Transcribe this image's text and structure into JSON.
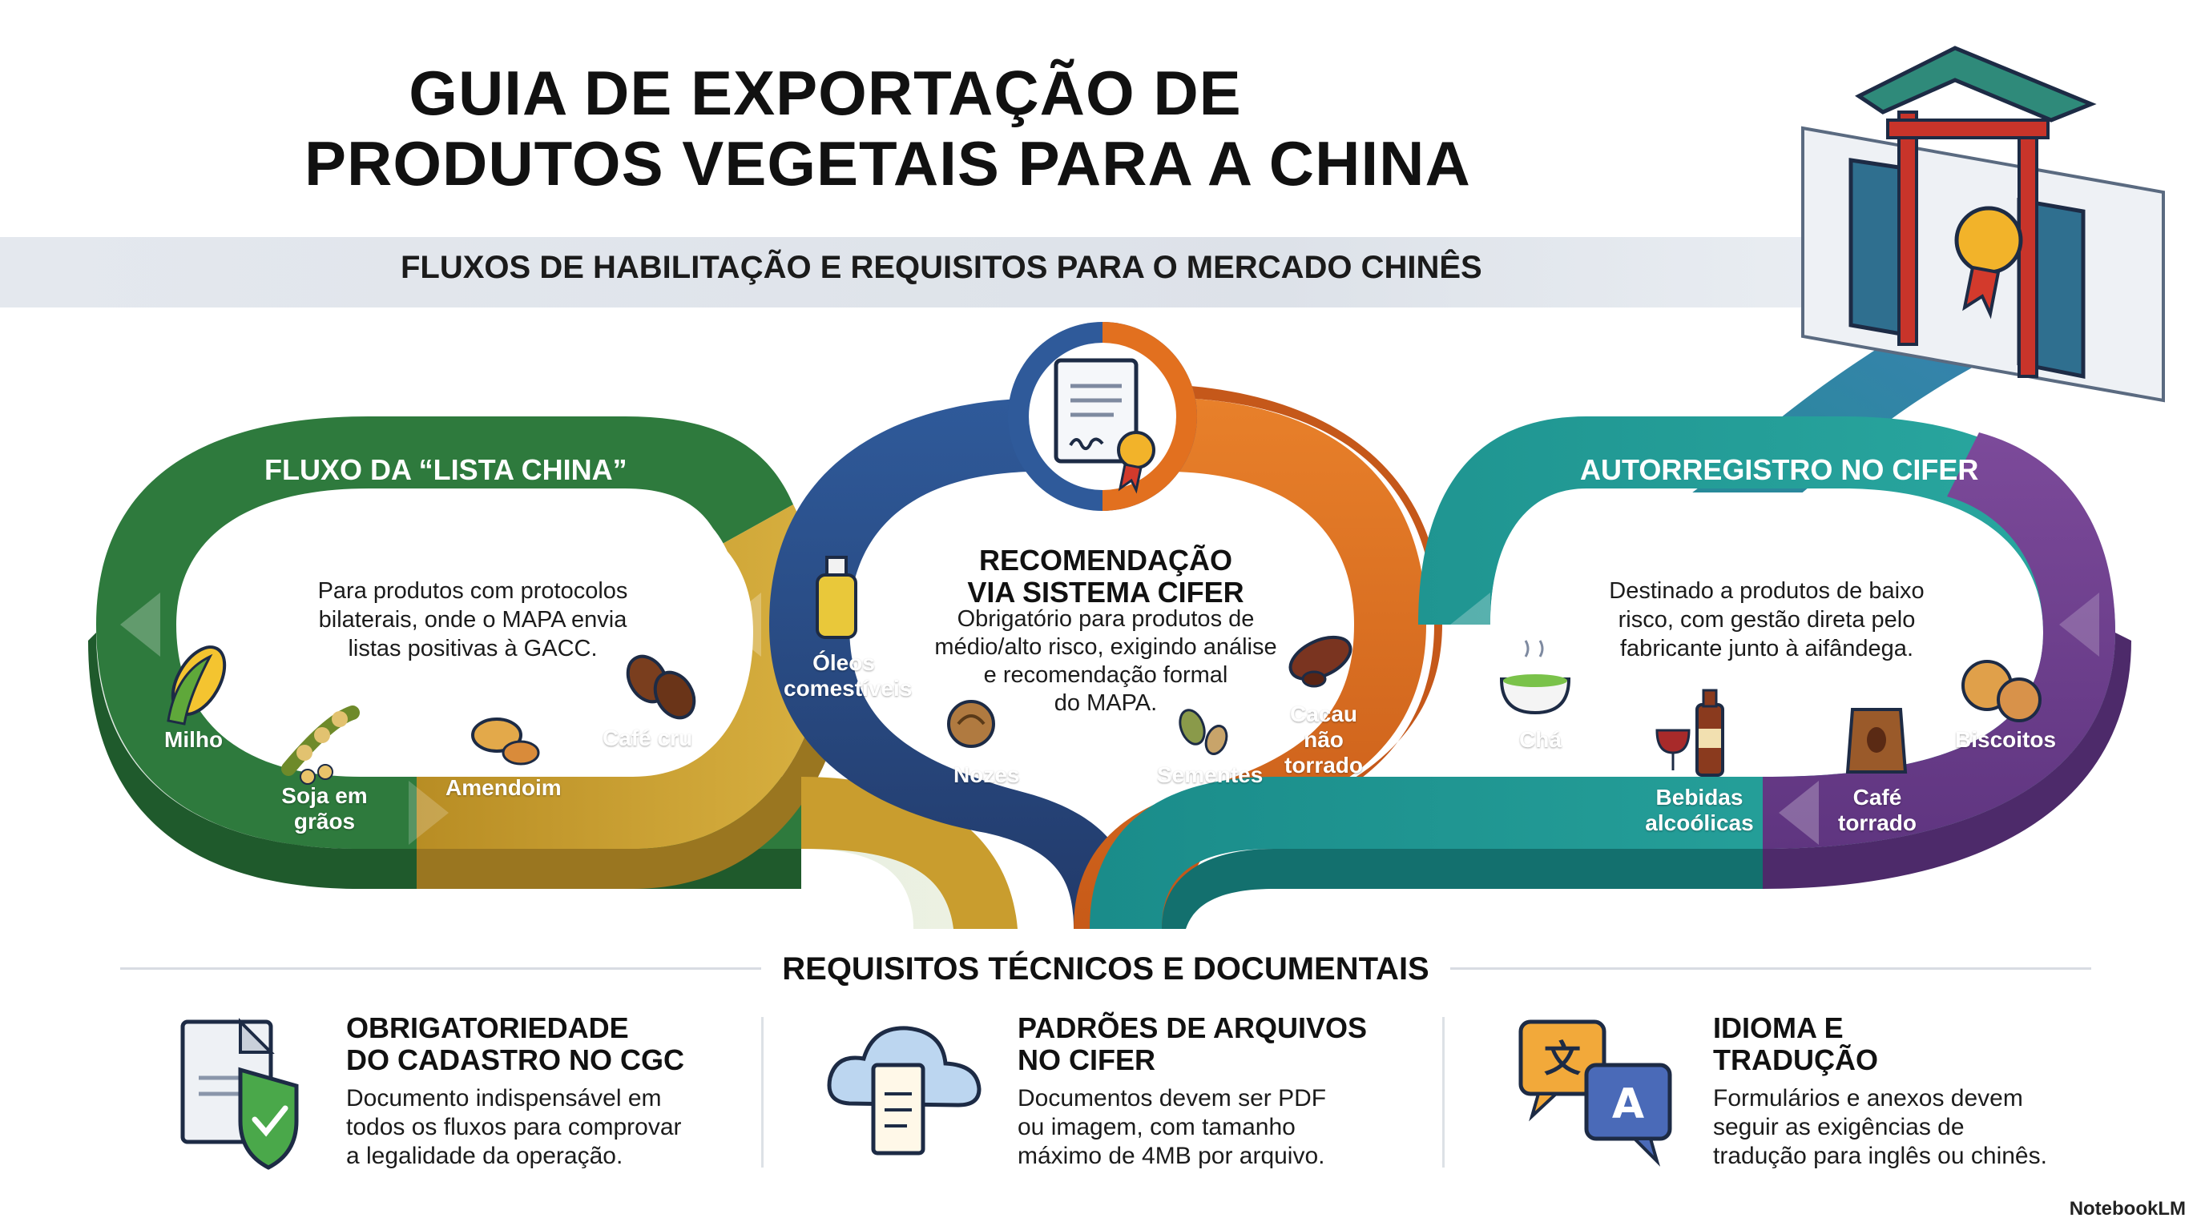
{
  "header": {
    "title_line1": "GUIA DE EXPORTAÇÃO DE",
    "title_line2": "PRODUTOS VEGETAIS PARA A CHINA",
    "subtitle": "FLUXOS DE HABILITAÇÃO E REQUISITOS PARA O MERCADO CHINÊS"
  },
  "flows": {
    "lista_china": {
      "title": "FLUXO DA “LISTA CHINA”",
      "description": [
        "Para produtos com protocolos",
        "bilaterais, onde o MAPA envia",
        "listas positivas à GACC."
      ],
      "products": [
        "Milho",
        "Soja em grãos",
        "Amendoim",
        "Café cru"
      ]
    },
    "recomendacao": {
      "title_line1": "RECOMENDAÇÃO",
      "title_line2": "VIA SISTEMA CIFER",
      "description": [
        "Obrigatório para produtos de",
        "médio/alto risco, exigindo análise",
        "e recomendação formal",
        "do MAPA."
      ],
      "products": [
        "Óleos comestíveis",
        "Nozes",
        "Sementes",
        "Cacau não torrado"
      ]
    },
    "autorregistro": {
      "title": "AUTORREGISTRO NO CIFER",
      "description": [
        "Destinado a produtos de baixo",
        "risco, com gestão direta pelo",
        "fabricante junto à aifândega."
      ],
      "products": [
        "Chá",
        "Bebidas alcoólicas",
        "Café torrado",
        "Biscoitos"
      ]
    }
  },
  "requirements": {
    "title": "REQUISITOS TÉCNICOS E DOCUMENTAIS",
    "items": [
      {
        "title_line1": "OBRIGATORIEDADE",
        "title_line2": "DO CADASTRO NO CGC",
        "text": [
          "Documento indispensável em",
          "todos os fluxos para comprovar",
          "a legalidade da operação."
        ]
      },
      {
        "title_line1": "PADRÕES DE ARQUIVOS",
        "title_line2": "NO CIFER",
        "text": [
          "Documentos devem ser PDF",
          "ou imagem, com tamanho",
          "máximo de 4MB por arquivo."
        ]
      },
      {
        "title_line1": "IDIOMA E",
        "title_line2": "TRADUÇÃO",
        "text": [
          "Formulários e anexos devem",
          "seguir as exigências de",
          "tradução para inglês ou chinês."
        ]
      }
    ]
  },
  "icons": [
    "gate-icon",
    "certificate-icon",
    "corn-icon",
    "soybean-icon",
    "peanut-icon",
    "coffee-bean-icon",
    "oil-bottle-icon",
    "walnut-icon",
    "seeds-icon",
    "cacao-icon",
    "tea-cup-icon",
    "wine-bottle-icon",
    "coffee-bag-icon",
    "biscuit-icon",
    "document-shield-icon",
    "cloud-file-icon",
    "translate-icon"
  ],
  "colors": {
    "green": "#2f7a3e",
    "mustard": "#c9a232",
    "navy": "#27467e",
    "orange": "#e2701f",
    "teal": "#1e9a97",
    "purple": "#74418f"
  },
  "brand": "NotebookLM"
}
